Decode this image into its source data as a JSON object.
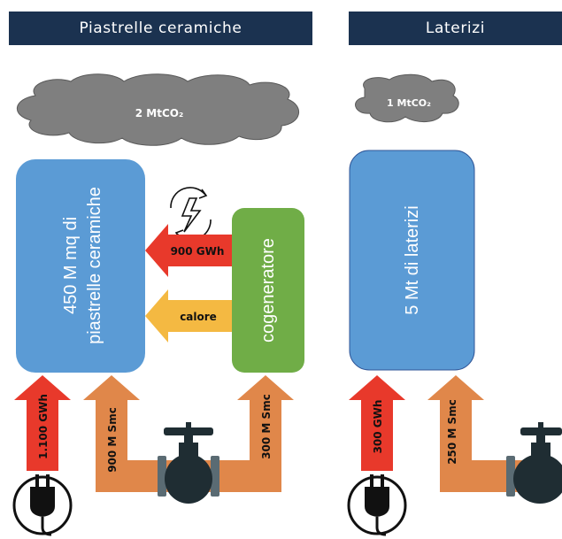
{
  "panels": [
    {
      "title": "Piastrelle ceramiche"
    },
    {
      "title": "Laterizi"
    }
  ],
  "ceramics": {
    "emissions": "2 MtCO₂",
    "product_line1": "450 M mq di",
    "product_line2": "piastrelle ceramiche",
    "cogenerator": "cogeneratore",
    "electricity_from_cogen": "900 GWh",
    "heat_from_cogen": "calore",
    "grid_electricity": "1.100 GWh",
    "gas_to_kilns": "900 M Smc",
    "gas_to_cogen": "300 M Smc"
  },
  "bricks": {
    "emissions": "1 MtCO₂",
    "product": "5 Mt di laterizi",
    "grid_electricity": "300 GWh",
    "gas": "250 M Smc"
  },
  "colors": {
    "header": "#1b3250",
    "cloud": "#7f7f7f",
    "product_box": "#5b9bd5",
    "cogenerator_box": "#70ad47",
    "electricity_arrow": "#e8392b",
    "heat_arrow": "#f4b942",
    "gas_arrow": "#e0874a",
    "valve": "#1f2d33"
  }
}
